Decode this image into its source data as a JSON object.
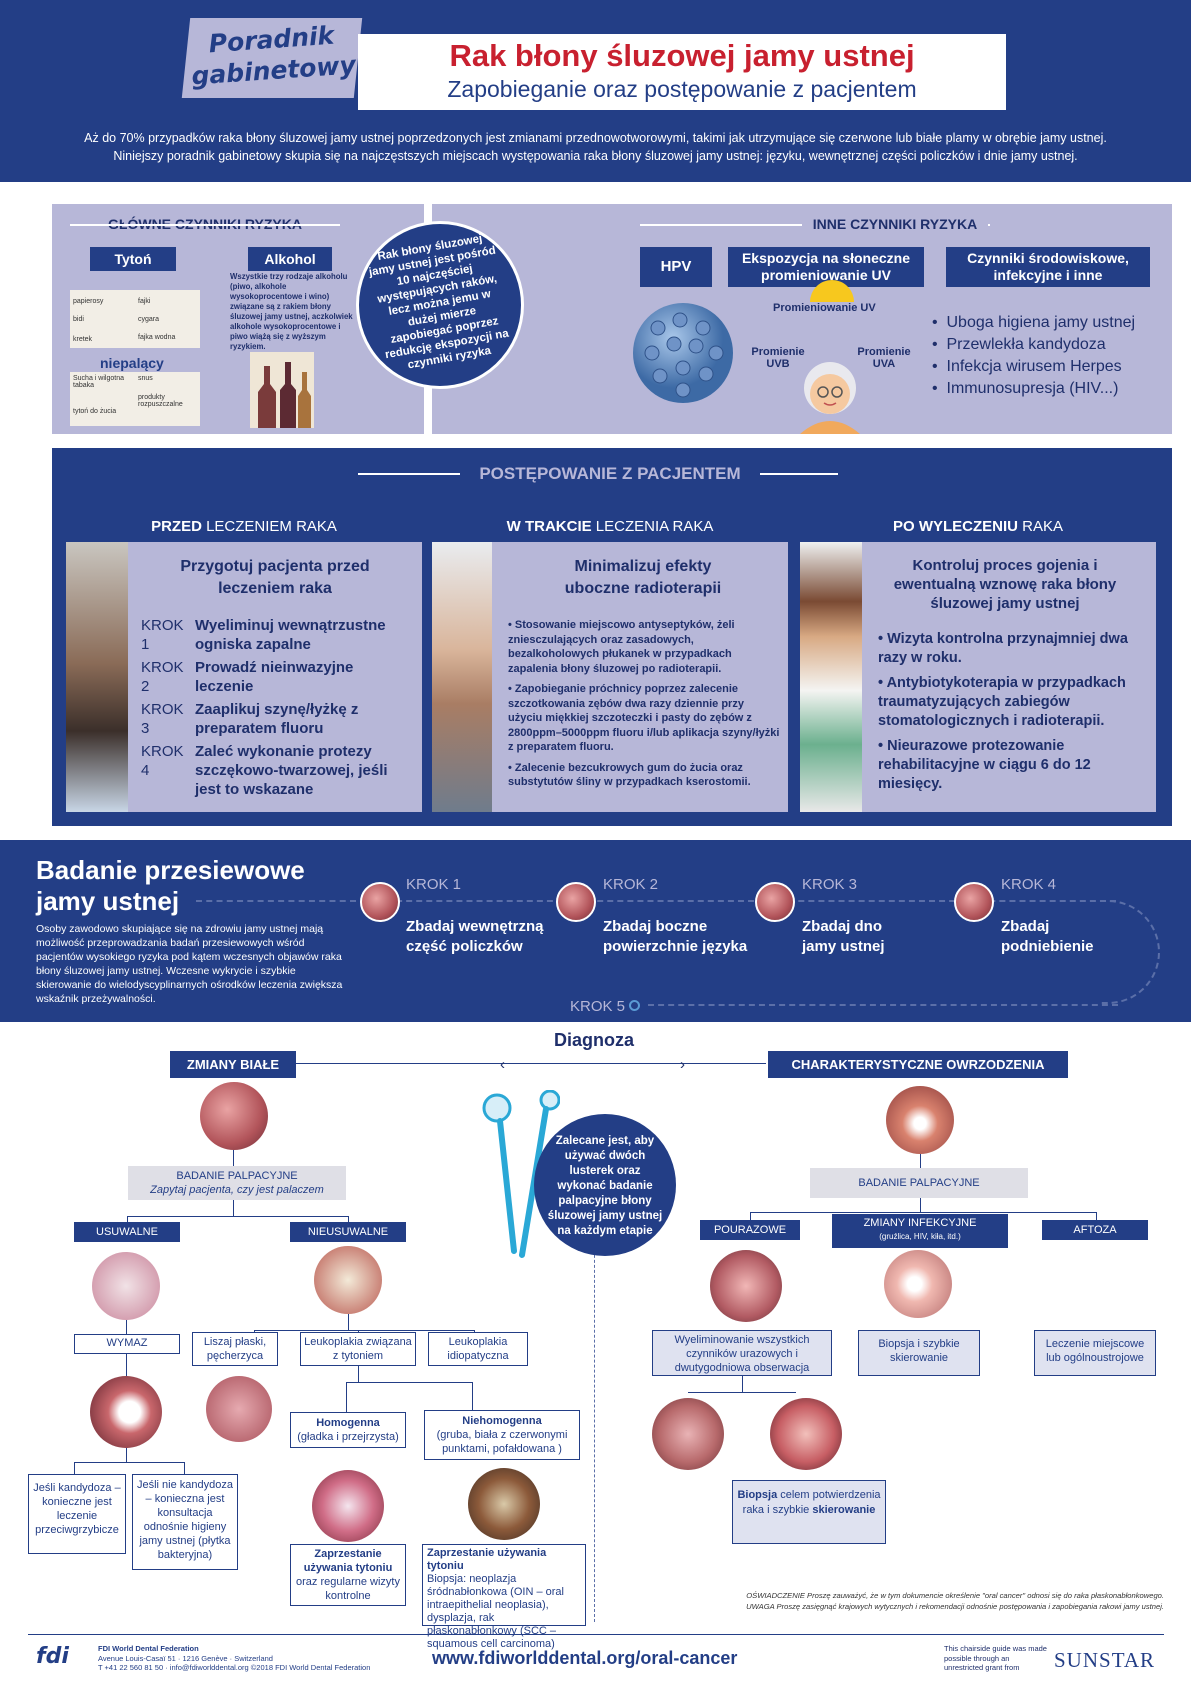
{
  "header": {
    "badge_line1": "Poradnik",
    "badge_line2": "gabinetowy",
    "title": "Rak błony śluzowej jamy ustnej",
    "subtitle": "Zapobieganie oraz postępowanie z pacjentem",
    "intro1": "Aż do 70% przypadków raka błony śluzowej jamy ustnej poprzedzonych jest zmianami przednowotworowymi, takimi jak utrzymujące się czerwone lub białe plamy w obrębie jamy ustnej.",
    "intro2": "Niniejszy poradnik gabinetowy skupia się na najczęstszych miejscach występowania raka błony śluzowej jamy ustnej: języku, wewnętrznej części policzków i dnie jamy ustnej."
  },
  "risk": {
    "main_title": "GŁÓWNE CZYNNIKI RYZYKA",
    "tobacco": "Tytoń",
    "alcohol": "Alkohol",
    "alcohol_text": "Wszystkie trzy rodzaje alkoholu (piwo, alkohole wysokoprocentowe i wino) związane są z rakiem błony śluzowej jamy ustnej, aczkolwiek alkohole wysokoprocentowe i piwo wiążą się z wyższym ryzykiem.",
    "t_papierosy": "papierosy",
    "t_fajki": "fajki",
    "t_bidi": "bidi",
    "t_cygara": "cygara",
    "t_kretek": "kretek",
    "t_fajka": "fajka wodna",
    "nonsmoking": "niepalący",
    "n_sucha": "Sucha i wilgotna tabaka",
    "n_snus": "snus",
    "n_produkty": "produkty rozpuszczalne",
    "n_tyton": "tytoń do żucia",
    "circle": "Rak błony śluzowej jamy ustnej jest pośród 10 najczęściej występujących raków, lecz można jemu w dużej mierze zapobiegać poprzez redukcję ekspozycji na czynniki ryzyka",
    "other_title": "INNE CZYNNIKI RYZYKA",
    "hpv": "HPV",
    "uv": "Ekspozycja na słoneczne promieniowanie UV",
    "env": "Czynniki środowiskowe, infekcyjne i inne",
    "uv_label": "Promieniowanie UV",
    "uvb": "Promienie UVB",
    "uva": "Promienie UVA",
    "list": [
      "Uboga higiena jamy ustnej",
      "Przewlekła kandydoza",
      "Infekcja wirusem Herpes",
      "Immunosupresja (HIV...)"
    ]
  },
  "mgmt": {
    "title": "POSTĘPOWANIE Z PACJENTEM",
    "before": {
      "h_bold": "PRZED",
      "h_rest": " LECZENIEM RAKA",
      "title": "Przygotuj pacjenta przed leczeniem raka",
      "steps": [
        {
          "k": "KROK 1",
          "t": "Wyeliminuj wewnątrzustne ogniska zapalne"
        },
        {
          "k": "KROK 2",
          "t": "Prowadź nieinwazyjne leczenie"
        },
        {
          "k": "KROK 3",
          "t": "Zaaplikuj szynę/łyżkę z preparatem fluoru"
        },
        {
          "k": "KROK 4",
          "t": "Zaleć wykonanie protezy szczękowo-twarzowej, jeśli jest to wskazane"
        }
      ]
    },
    "during": {
      "h_bold": "W TRAKCIE",
      "h_rest": " LECZENIA RAKA",
      "title": "Minimalizuj efekty uboczne radioterapii",
      "items": [
        "Stosowanie miejscowo antyseptyków, żeli zniesczulających oraz zasadowych, bezalkoholowych płukanek w przypadkach zapalenia błony śluzowej po radioterapii.",
        "Zapobieganie próchnicy poprzez zalecenie szczotkowania zębów dwa razy dziennie przy użyciu miękkiej szczoteczki i pasty do zębów z 2800ppm–5000ppm fluoru i/lub aplikacja szyny/łyżki z preparatem fluoru.",
        "Zalecenie bezcukrowych gum do żucia oraz substytutów śliny w przypadkach kserostomii."
      ]
    },
    "after": {
      "h_bold": "PO WYLECZENIU",
      "h_rest": " RAKA",
      "title": "Kontroluj proces gojenia i ewentualną wznowę raka błony śluzowej jamy ustnej",
      "items": [
        "Wizyta kontrolna przynajmniej dwa razy w roku.",
        "Antybiotykoterapia w przypadkach traumatyzujących zabiegów stomatologicznych i radioterapii.",
        "Nieurazowe protezowanie rehabilitacyjne w ciągu 6 do 12 miesięcy."
      ]
    }
  },
  "screening": {
    "title1": "Badanie przesiewowe",
    "title2": "jamy ustnej",
    "text": "Osoby zawodowo skupiające się na zdrowiu jamy ustnej mają możliwość przeprowadzania badań przesiewowych wśród pacjentów wysokiego ryzyka pod kątem wczesnych objawów raka błony śluzowej jamy ustnej. Wczesne wykrycie i szybkie skierowanie do wielodyscyplinarnych ośrodków leczenia zwiększa wskaźnik przeżywalności.",
    "steps": [
      {
        "k": "KROK 1",
        "t": "Zbadaj wewnętrzną część policzków"
      },
      {
        "k": "KROK 2",
        "t": "Zbadaj boczne powierzchnie języka"
      },
      {
        "k": "KROK 3",
        "t": "Zbadaj dno jamy ustnej"
      },
      {
        "k": "KROK 4",
        "t": "Zbadaj podniebienie"
      }
    ],
    "step5": "KROK 5"
  },
  "diag": {
    "title": "Diagnoza",
    "white": "ZMIANY BIAŁE",
    "ulcer": "CHARAKTERYSTYCZNE OWRZODZENIA",
    "palp": "BADANIE PALPACYJNE",
    "palp_sub": "Zapytaj pacjenta, czy jest palaczem",
    "removable": "USUWALNE",
    "nonremovable": "NIEUSUWALNE",
    "smear": "WYMAZ",
    "lichen": "Liszaj płaski, pęcherzyca",
    "leuko_t": "Leukoplakia związana z tytoniem",
    "leuko_i": "Leukoplakia idiopatyczna",
    "homo": "Homogenna",
    "homo_sub": "(gładka i przejrzysta)",
    "nonhomo": "Niehomogenna",
    "nonhomo_sub": "(gruba, biała z czerwonymi punktami, pofałdowana )",
    "cand_yes": "Jeśli kandydoza – konieczne jest leczenie przeciwgrzybicze",
    "cand_no": "Jeśli nie kandydoza – konieczna jest konsultacja odnośnie higieny jamy ustnej (płytka bakteryjna)",
    "stop1_b": "Zaprzestanie używania tytoniu",
    "stop1_r": "oraz regularne wizyty kontrolne",
    "stop2_b": "Zaprzestanie używania tytoniu",
    "stop2_r": "Biopsja: neoplazja śródnabłonkowa (OIN – oral intraepithelial neoplasia), dysplazja, rak płaskonabłonkowy (SCC – squamous cell carcinoma)",
    "mirror": "Zalecane jest, aby używać dwóch lusterek oraz wykonać badanie palpacyjne błony śluzowej jamy ustnej na każdym etapie",
    "palp2": "BADANIE PALPACYJNE",
    "trauma": "POURAZOWE",
    "infect": "ZMIANY INFEKCYJNE",
    "infect_sub": "(gruźlica, HIV, kiła, itd.)",
    "aphtha": "AFTOZA",
    "trauma_txt": "Wyeliminowanie wszystkich czynników urazowych i dwutygodniowa obserwacja",
    "infect_txt": "Biopsja i szybkie skierowanie",
    "aphtha_txt": "Leczenie miejscowe lub ogólnoustrojowe",
    "biopsy_b1": "Biopsja",
    "biopsy_r1": " celem potwierdzenia raka i szybkie ",
    "biopsy_b2": "skierowanie"
  },
  "footer": {
    "disc1": "OŚWIADCZENIE Proszę zauważyć, że w tym dokumencie określenie \"oral cancer\" odnosi się do raka płaskonabłonkowego.",
    "disc2": "UWAGA Proszę zasięgnąć krajowych wytycznych i rekomendacji odnośnie postępowania i zapobiegania rakowi jamy ustnej.",
    "fdi": "fdi",
    "fdi_name": "FDI World Dental Federation",
    "fdi_addr": "Avenue Louis-Casaï 51 · 1216 Genève · Switzerland",
    "fdi_contact": "T +41 22 560 81 50 · info@fdiworlddental.org  ©2018 FDI World Dental Federation",
    "url": "www.fdiworlddental.org/oral-cancer",
    "grant": "This chairside guide was made possible through an unrestricted grant from",
    "sunstar": "SUNSTAR"
  }
}
